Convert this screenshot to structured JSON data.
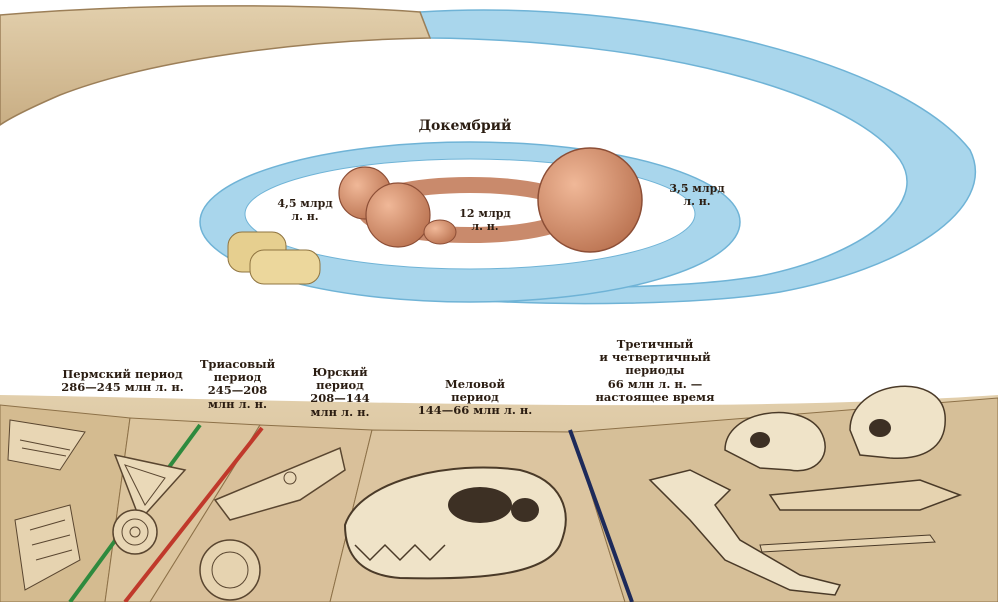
{
  "diagram": {
    "precambrian": {
      "title": "Докембрий",
      "age_4_5": "4,5 млрд\nл. н.",
      "age_12": "12 млрд\nл. н.",
      "age_3_5": "3,5 млрд\nл. н."
    },
    "periods": [
      {
        "name": "Пермский период\n286—245 млн л. н."
      },
      {
        "name": "Триасовый\nпериод\n245—208\nмлн л. н."
      },
      {
        "name": "Юрский\nпериод\n208—144\nмлн л. н."
      },
      {
        "name": "Меловой\nпериод\n144—66 млн л. н."
      },
      {
        "name": "Третичный\nи четвертичный\nпериоды\n66 млн л. н. —\nнастоящее время"
      }
    ],
    "colors": {
      "ocean": "#a9d6ec",
      "ocean_edge": "#6fb3d6",
      "sand": "#d8c29c",
      "sand_dark": "#b89a70",
      "planet": "#d99a7c",
      "planet_dark": "#b36a50",
      "divider_green": "#2e8a3e",
      "divider_red": "#c0392b",
      "divider_navy": "#1d2a5a"
    },
    "icons": [
      "fossil-fish-icon",
      "fossil-shell-icon",
      "ammonite-icon",
      "dinosaur-skull-icon",
      "primate-skull-icon",
      "human-skull-icon",
      "stone-tool-icon",
      "bone-icon"
    ]
  }
}
